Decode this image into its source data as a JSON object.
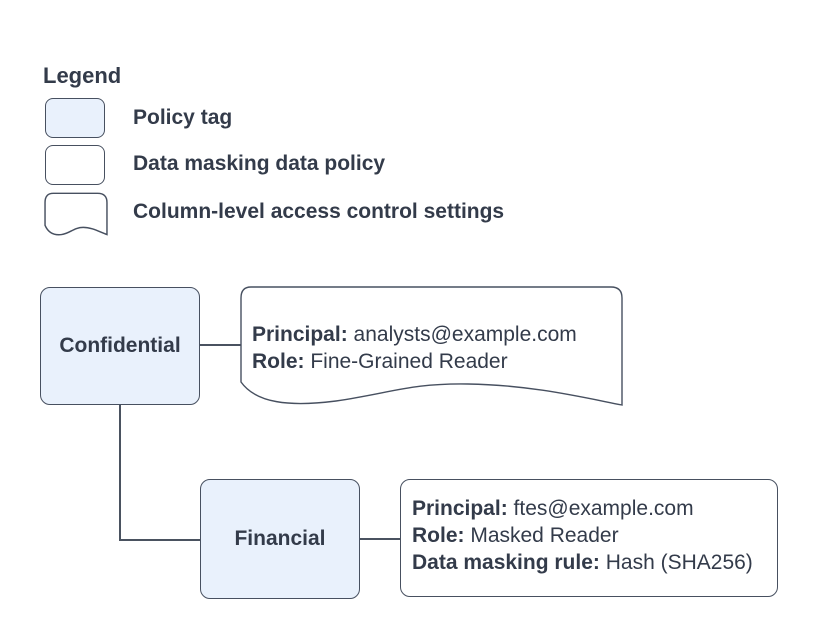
{
  "legend": {
    "title": "Legend",
    "items": [
      {
        "shape": "policy-tag",
        "label": "Policy tag"
      },
      {
        "shape": "data-masking-data-policy",
        "label": "Data masking data policy"
      },
      {
        "shape": "column-level-access-control",
        "label": "Column-level access control settings"
      }
    ]
  },
  "colors": {
    "policy_tag_fill": "#e9f1fc",
    "shape_stroke": "#475060",
    "text": "#333b4a",
    "background": "#ffffff"
  },
  "diagram": {
    "root_tag": {
      "label": "Confidential"
    },
    "child_tag": {
      "label": "Financial"
    },
    "root_policy": {
      "shape": "column-level-access-control",
      "lines": [
        {
          "label": "Principal:",
          "value": " analysts@example.com"
        },
        {
          "label": "Role:",
          "value": " Fine-Grained Reader"
        }
      ]
    },
    "child_policy": {
      "shape": "data-masking-data-policy",
      "lines": [
        {
          "label": "Principal:",
          "value": " ftes@example.com"
        },
        {
          "label": "Role:",
          "value": " Masked Reader"
        },
        {
          "label": "Data masking rule:",
          "value": " Hash (SHA256)"
        }
      ]
    }
  }
}
